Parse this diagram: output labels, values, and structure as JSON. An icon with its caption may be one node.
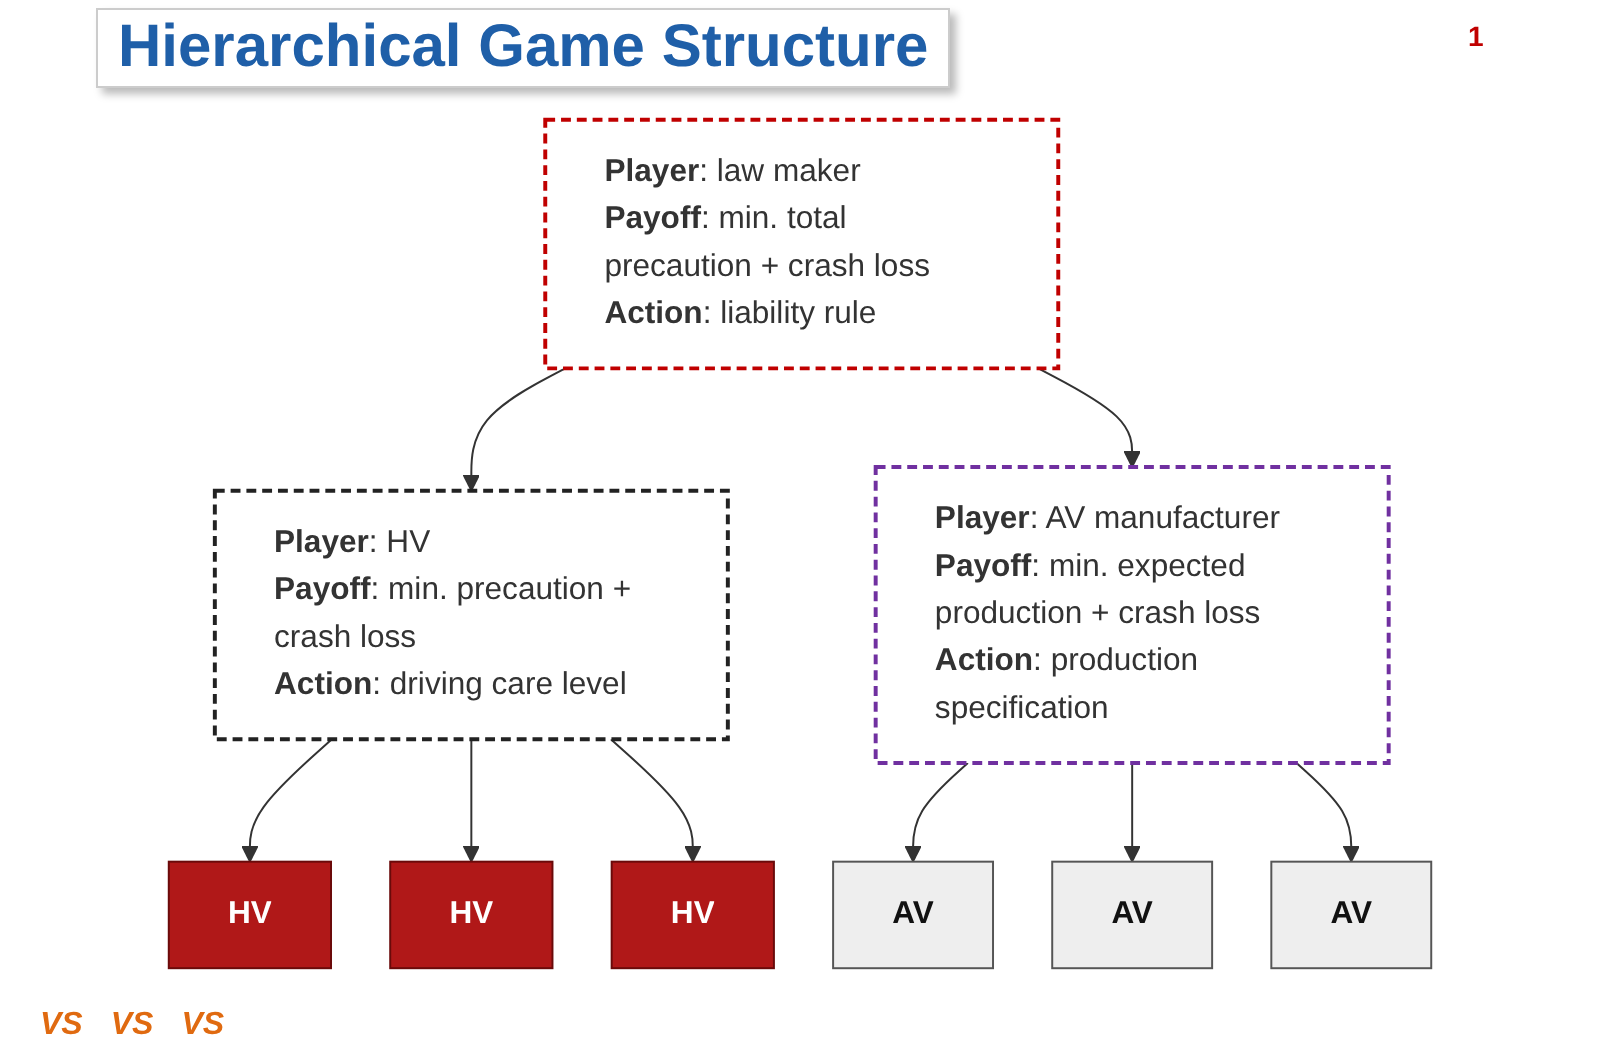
{
  "diagram": {
    "title": "Hierarchical Game Structure",
    "nodes": [
      {
        "text": [
          "**Player**: law maker",
          "**Payoff**: min. total precaution + crash loss",
          "**Action**: liability rule"
        ]
      },
      {
        "text": [
          "**Player**: AV manufacturer",
          "**Payoff**: min. expected production + crash loss",
          "**Action**: production specification"
        ]
      },
      {
        "text": [
          "**Player**: HV",
          "**Payoff**: min. precaution + crash loss",
          "**Action**: driving care level"
        ]
      },
      {
        "text": [
          "HV"
        ]
      },
      {
        "text": [
          "HV"
        ]
      },
      {
        "text": [
          "HV"
        ]
      },
      {
        "text": [
          "AV"
        ]
      },
      {
        "text": [
          "AV"
        ]
      },
      {
        "text": [
          "AV"
        ]
      }
    ],
    "edges": [
      {
        "from": 0,
        "to": 2,
        "arrow": "to"
      },
      {
        "from": 0,
        "to": 1,
        "arrow": "to"
      },
      {
        "from": 2,
        "to": 3,
        "arrow": "to"
      },
      {
        "from": 2,
        "to": 4,
        "arrow": "to"
      },
      {
        "from": 2,
        "to": 5,
        "arrow": "to"
      },
      {
        "from": 1,
        "to": 6,
        "arrow": "to"
      },
      {
        "from": 1,
        "to": 7,
        "arrow": "to"
      },
      {
        "from": 1,
        "to": 8,
        "arrow": "to"
      }
    ],
    "labels": [
      "1",
      "VS",
      "VS",
      "VS"
    ]
  }
}
